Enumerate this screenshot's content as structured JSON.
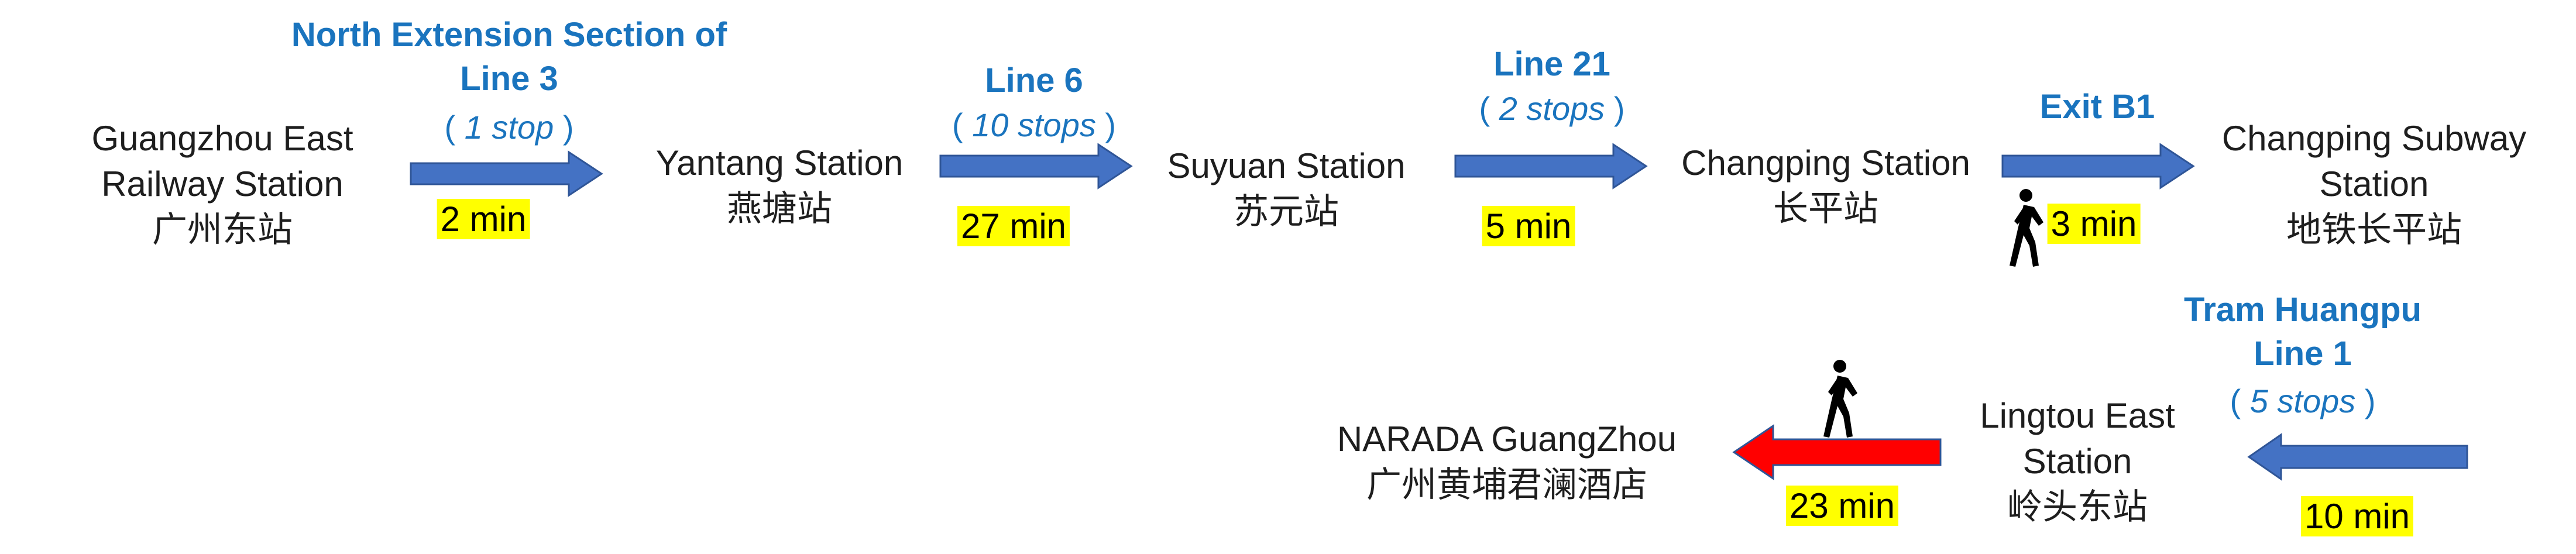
{
  "stations": {
    "guangzhou_east": {
      "en1": "Guangzhou East",
      "en2": "Railway Station",
      "zh": "广州东站"
    },
    "yantang": {
      "en": "Yantang Station",
      "zh": "燕塘站"
    },
    "suyuan": {
      "en": "Suyuan Station",
      "zh": "苏元站"
    },
    "changping": {
      "en": "Changping Station",
      "zh": "长平站"
    },
    "changping_subway": {
      "en1": "Changping Subway",
      "en2": "Station",
      "zh": "地铁长平站"
    },
    "lingtou_east": {
      "en1": "Lingtou East",
      "en2": "Station",
      "zh": "岭头东站"
    },
    "narada": {
      "en": "NARADA GuangZhou",
      "zh": "广州黄埔君澜酒店"
    }
  },
  "legs": [
    {
      "route1": "North Extension Section of",
      "route2": "Line 3",
      "stops": "1 stop",
      "time": "2 min",
      "mode": "metro"
    },
    {
      "route": "Line 6",
      "stops": "10 stops",
      "time": "27 min",
      "mode": "metro"
    },
    {
      "route": "Line 21",
      "stops": "2 stops",
      "time": "5 min",
      "mode": "metro"
    },
    {
      "route": "Exit B1",
      "time": "3 min",
      "mode": "walk"
    },
    {
      "route1": "Tram Huangpu",
      "route2": "Line 1",
      "stops": "5 stops",
      "time": "10 min",
      "mode": "tram"
    },
    {
      "time": "23 min",
      "mode": "walk"
    }
  ],
  "colors": {
    "route_text": "#1a74be",
    "arrow_blue": "#4472c4",
    "arrow_red": "#ff0000",
    "time_highlight": "#ffff00"
  },
  "icons": [
    "walking-person-icon",
    "walking-person-icon"
  ]
}
